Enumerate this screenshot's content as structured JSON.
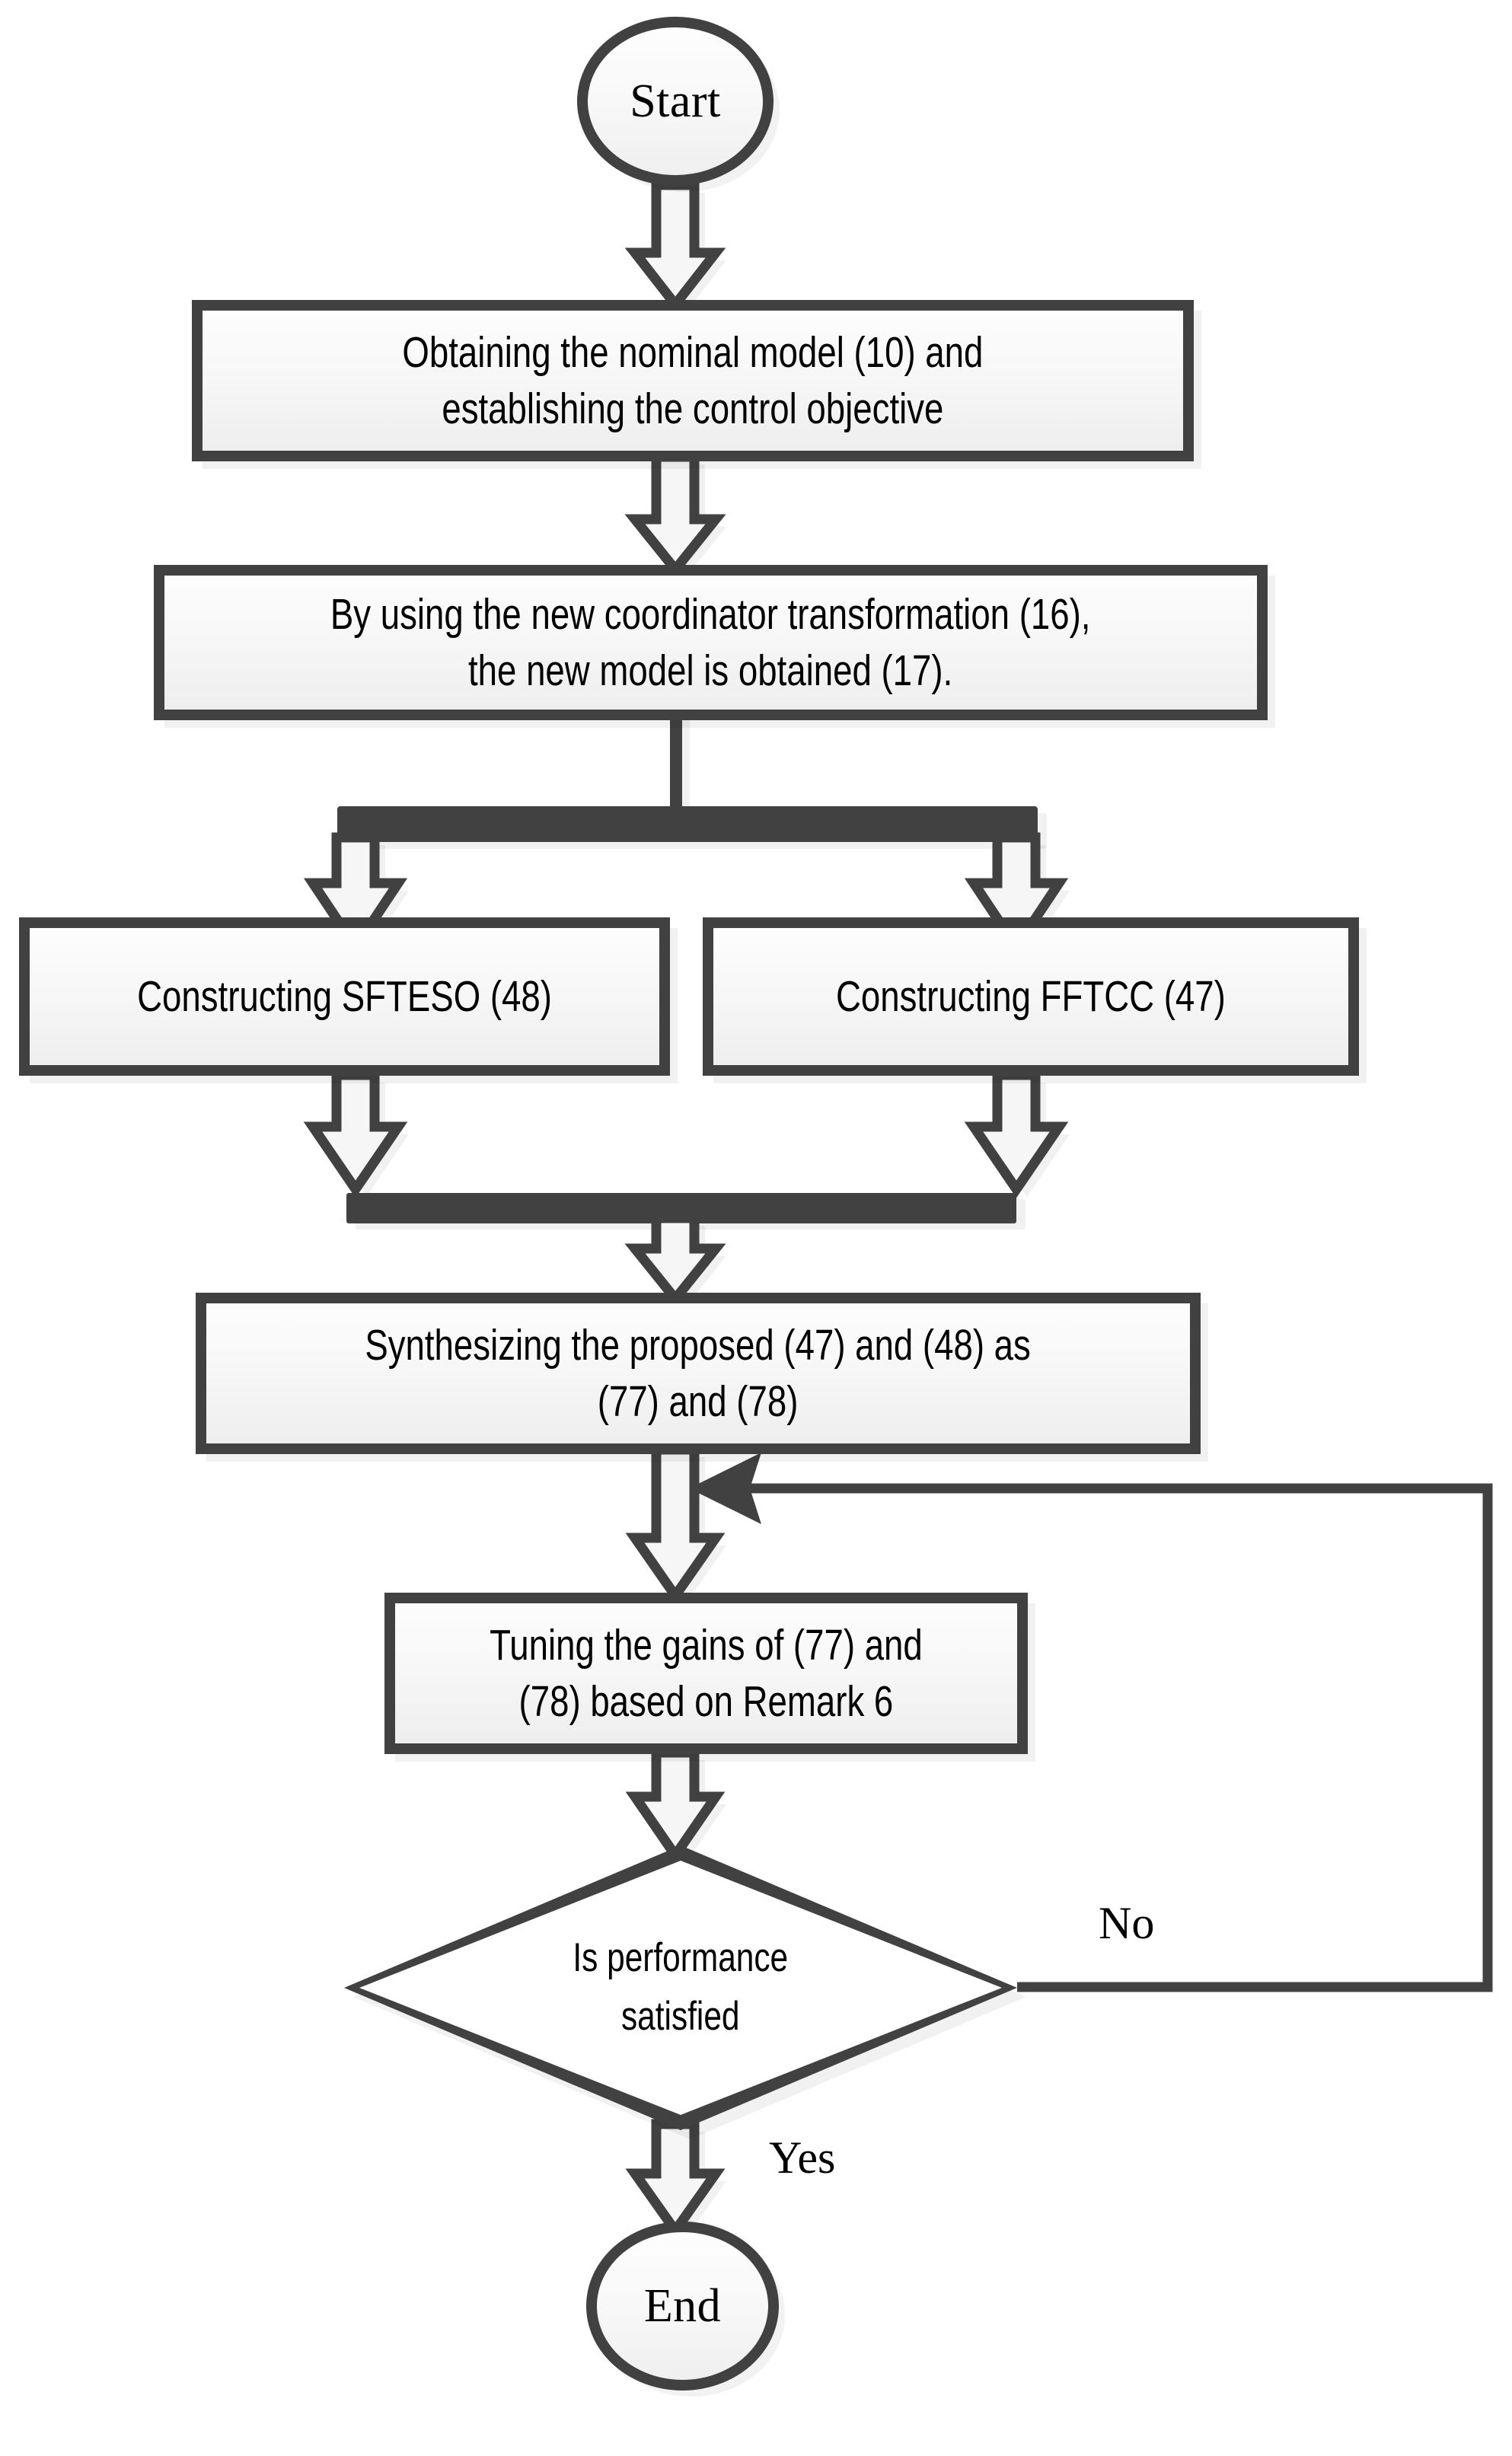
{
  "diagram": {
    "type": "flowchart",
    "title": "Control design procedure flowchart",
    "colors": {
      "shape_border": "#414141",
      "shape_fill": "#f7f7f7",
      "diamond_fill": "#ffffff",
      "connector": "#414141",
      "arrow_fill": "#f6f6f6",
      "background": "#ffffff",
      "shadow": "rgba(0,0,0,0.055)"
    },
    "nodes": {
      "start": {
        "label": "Start",
        "shape": "terminator"
      },
      "step1": {
        "label": "Obtaining the nominal model (10) and\nestablishing the control objective",
        "line1": "Obtaining the nominal model (10) and",
        "line2": "establishing the control objective",
        "shape": "process"
      },
      "step2": {
        "line1": "By using the new coordinator transformation (16),",
        "line2": "the new model is obtained (17).",
        "shape": "process"
      },
      "step3_left": {
        "label": "Constructing SFTESO (48)",
        "shape": "process"
      },
      "step3_right": {
        "label": "Constructing FFTCC (47)",
        "shape": "process"
      },
      "step4": {
        "line1": "Synthesizing the proposed (47) and (48) as",
        "line2": "(77) and (78)",
        "shape": "process"
      },
      "step5": {
        "line1": "Tuning the gains of (77) and",
        "line2": "(78) based on Remark 6",
        "shape": "process"
      },
      "decision": {
        "line1": "Is performance",
        "line2": "satisfied",
        "shape": "decision"
      },
      "end": {
        "label": "End",
        "shape": "terminator"
      }
    },
    "edge_labels": {
      "no": "No",
      "yes": "Yes"
    },
    "edges": [
      {
        "from": "start",
        "to": "step1",
        "style": "block-arrow"
      },
      {
        "from": "step1",
        "to": "step2",
        "style": "block-arrow"
      },
      {
        "from": "step2",
        "to": "fork-bar",
        "style": "line"
      },
      {
        "from": "fork-bar",
        "to": "step3_left",
        "style": "block-arrow"
      },
      {
        "from": "fork-bar",
        "to": "step3_right",
        "style": "block-arrow"
      },
      {
        "from": "step3_left",
        "to": "join-bar",
        "style": "block-arrow"
      },
      {
        "from": "step3_right",
        "to": "join-bar",
        "style": "block-arrow"
      },
      {
        "from": "join-bar",
        "to": "step4",
        "style": "block-arrow"
      },
      {
        "from": "step4",
        "to": "step5",
        "style": "block-arrow"
      },
      {
        "from": "step5",
        "to": "decision",
        "style": "block-arrow"
      },
      {
        "from": "decision",
        "to": "step5",
        "label": "No",
        "style": "feedback-line"
      },
      {
        "from": "decision",
        "to": "end",
        "label": "Yes",
        "style": "block-arrow"
      }
    ]
  }
}
